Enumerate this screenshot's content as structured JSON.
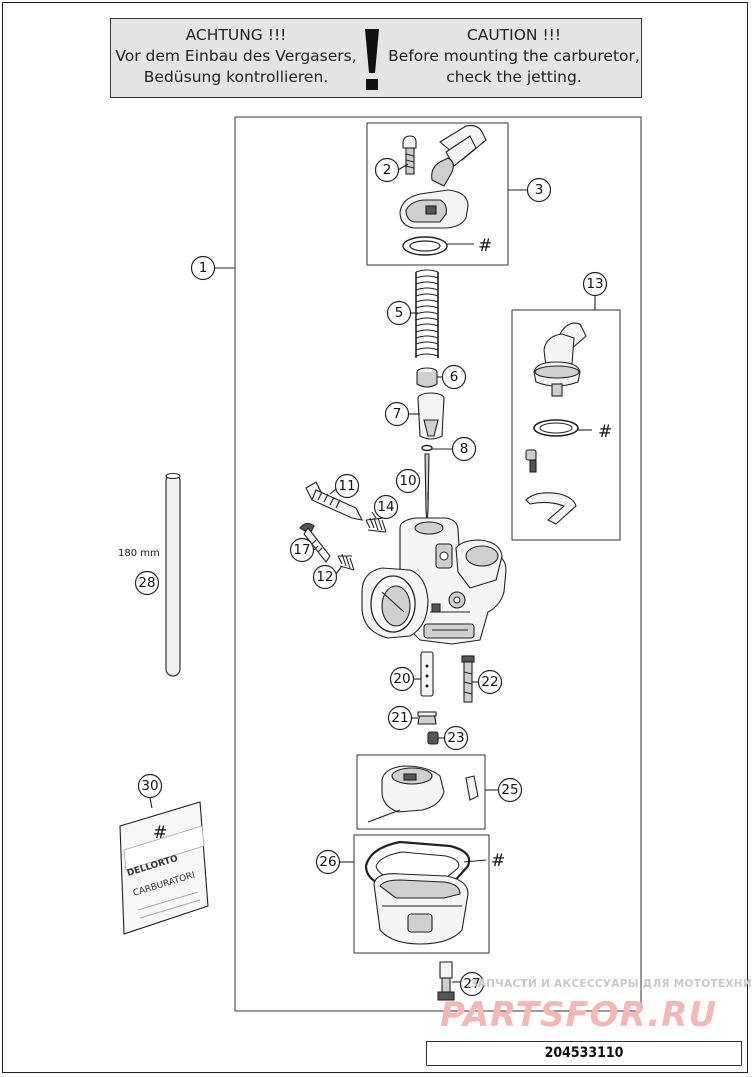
{
  "caution": {
    "de_title": "ACHTUNG !!!",
    "de_line1": "Vor dem Einbau des Vergasers,",
    "de_line2": "Bedüsung kontrollieren.",
    "en_title": "CAUTION !!!",
    "en_line1": "Before mounting the carburetor,",
    "en_line2": "check the jetting."
  },
  "callouts": [
    "1",
    "2",
    "3",
    "5",
    "6",
    "7",
    "8",
    "10",
    "11",
    "12",
    "13",
    "14",
    "17",
    "20",
    "21",
    "22",
    "23",
    "25",
    "26",
    "27",
    "28",
    "30"
  ],
  "hash_mark": "#",
  "measurement": "180 mm",
  "bag_label": "DELLORTO",
  "bag_sublabel": "CARBURATORI",
  "watermark": {
    "small": "ЗАПЧАСТИ И АКСЕССУАРЫ ДЛЯ МОТОТЕХНИКИ",
    "big": "PARTSFOR.RU"
  },
  "doc_id": "204533110"
}
